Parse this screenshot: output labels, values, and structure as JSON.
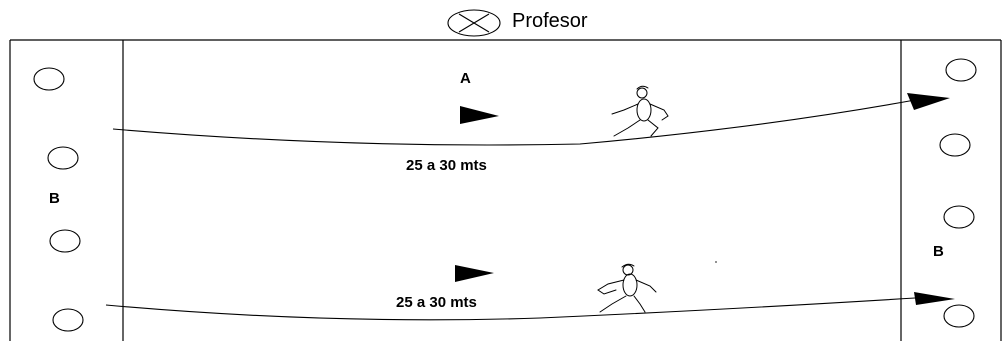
{
  "teacher": {
    "label": "Profesor"
  },
  "groups": {
    "a": "A",
    "b_left": "B",
    "b_right": "B"
  },
  "lanes": [
    {
      "distance_label": "25 a 30 mts"
    },
    {
      "distance_label": "25 a 30 mts"
    }
  ],
  "colors": {
    "ink": "#000000",
    "background": "#ffffff"
  },
  "icons": [
    "teacher-x-circle-icon",
    "cone-icon",
    "direction-arrow-icon",
    "runner-figure-icon"
  ]
}
